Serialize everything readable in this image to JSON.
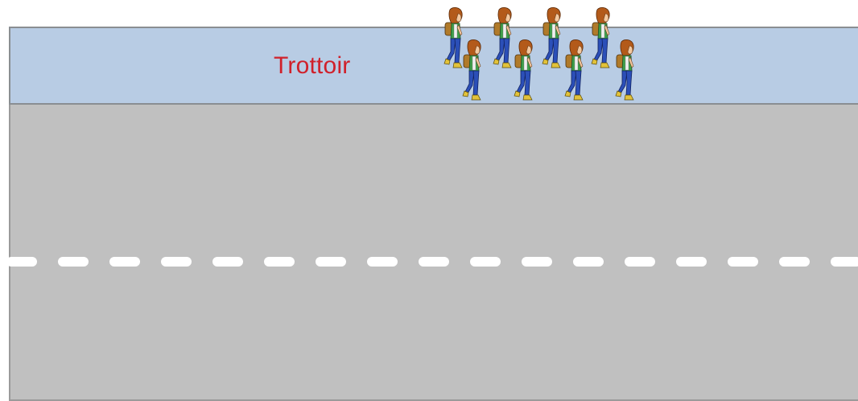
{
  "sidewalk": {
    "label": "Trottoir",
    "label_color": "#d0202a",
    "fill_color": "#b8cce4"
  },
  "road": {
    "fill_color": "#c0c0c0",
    "center_line_color": "#ffffff",
    "center_line_style": "dashed"
  },
  "pedestrians": {
    "icon": "walking-student-icon",
    "count": 8
  }
}
